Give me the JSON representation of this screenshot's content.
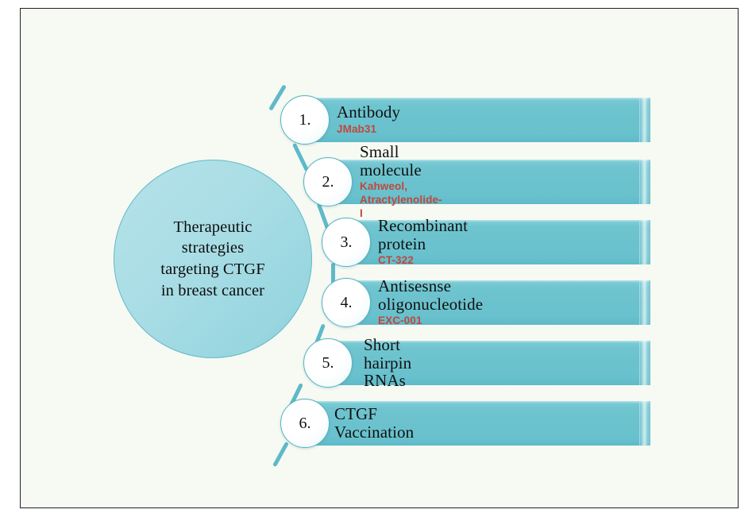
{
  "figure": {
    "background_color": "#f6faf3",
    "border_color": "#232323",
    "accent_color": "#6ec4cf",
    "badge_border_color": "#57b2c2",
    "subtitle_color": "#c0473c",
    "circle_color": "#a9dde5"
  },
  "center": {
    "label": "Therapeutic\nstrategies\ntargeting CTGF\nin breast cancer"
  },
  "steps": [
    {
      "number": "1.",
      "title": "Antibody",
      "subtitle": "JMab31"
    },
    {
      "number": "2.",
      "title": "Small molecule",
      "subtitle": "Kahweol, Atractylenolide-I"
    },
    {
      "number": "3.",
      "title": "Recombinant protein",
      "subtitle": "CT-322"
    },
    {
      "number": "4.",
      "title": "Antisesnse oligonucleotide",
      "subtitle": "EXC-001"
    },
    {
      "number": "5.",
      "title": "Short hairpin RNAs",
      "subtitle": ""
    },
    {
      "number": "6.",
      "title": "CTGF Vaccination",
      "subtitle": ""
    }
  ]
}
